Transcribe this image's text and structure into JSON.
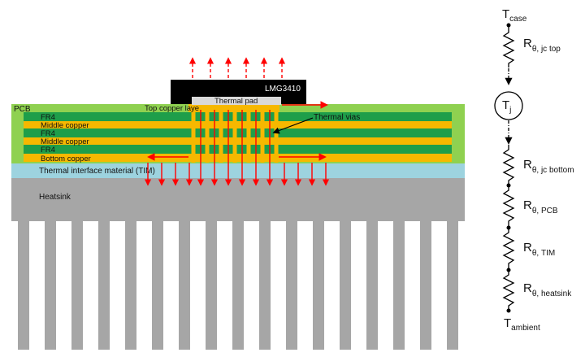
{
  "stack": {
    "pcb": "PCB",
    "fr4_1": "FR4",
    "middle_copper_1": "Middle copper",
    "fr4_2": "FR4",
    "middle_copper_2": "Middle copper",
    "fr4_3": "FR4",
    "bottom_copper": "Bottom copper",
    "top_copper": "Top copper laye",
    "tim": "Thermal interface material (TIM)",
    "heatsink": "Heatsink"
  },
  "device": {
    "chip": "LMG3410",
    "thermal_pad": "Thermal pad",
    "thermal_vias": "Thermal vias"
  },
  "circuit": {
    "t_case": {
      "main": "T",
      "sub": "case"
    },
    "r_jc_top": {
      "main": "R",
      "sub": "θ, jc top"
    },
    "t_j": {
      "main": "T",
      "sub": "j"
    },
    "r_jc_bottom": {
      "main": "R",
      "sub": "θ, jc bottom"
    },
    "r_pcb": {
      "main": "R",
      "sub": "θ, PCB"
    },
    "r_tim": {
      "main": "R",
      "sub": "θ, TIM"
    },
    "r_heatsink": {
      "main": "R",
      "sub": "θ, heatsink"
    },
    "t_ambient": {
      "main": "T",
      "sub": "ambient"
    }
  },
  "colors": {
    "pcb": "#8fd150",
    "fr4": "#1e9e4a",
    "copper": "#f6b800",
    "tim": "#9dd3df",
    "heatsink": "#a6a6a6",
    "chip": "#000000",
    "pad": "#d9d9d9",
    "arrow": "#ff0000"
  }
}
